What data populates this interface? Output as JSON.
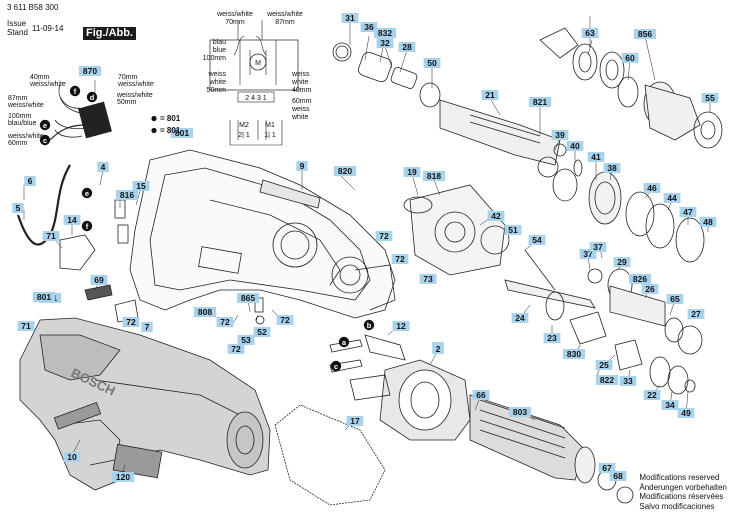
{
  "header": {
    "doc_number": "3 611 B58 300",
    "issue_label": "Issue",
    "stand_label": "Stand",
    "date": "11-09-14",
    "figure": "Fig./Abb. 1"
  },
  "footer": {
    "lines": [
      "Modifications reserved",
      "Änderungen vorbehalten",
      "Modifications réservées",
      "Salvo modificaciones"
    ]
  },
  "colors": {
    "callout": "#a9d3ec",
    "stroke": "#222222",
    "body_gray": "#c8c8c8"
  },
  "callouts": [
    {
      "id": "c31",
      "label": "31"
    },
    {
      "id": "c36",
      "label": "36"
    },
    {
      "id": "c832",
      "label": "832"
    },
    {
      "id": "c32",
      "label": "32"
    },
    {
      "id": "c28",
      "label": "28"
    },
    {
      "id": "c50",
      "label": "50"
    },
    {
      "id": "c21",
      "label": "21"
    },
    {
      "id": "c63",
      "label": "63"
    },
    {
      "id": "c856",
      "label": "856"
    },
    {
      "id": "c60",
      "label": "60"
    },
    {
      "id": "c55",
      "label": "55"
    },
    {
      "id": "c821",
      "label": "821"
    },
    {
      "id": "c39",
      "label": "39"
    },
    {
      "id": "c40",
      "label": "40"
    },
    {
      "id": "c41",
      "label": "41"
    },
    {
      "id": "c38",
      "label": "38"
    },
    {
      "id": "c46",
      "label": "46"
    },
    {
      "id": "c44",
      "label": "44"
    },
    {
      "id": "c47",
      "label": "47"
    },
    {
      "id": "c48",
      "label": "48"
    },
    {
      "id": "c870",
      "label": "870"
    },
    {
      "id": "c801a",
      "label": "801"
    },
    {
      "id": "c9",
      "label": "9"
    },
    {
      "id": "c820",
      "label": "820"
    },
    {
      "id": "c19",
      "label": "19"
    },
    {
      "id": "c818",
      "label": "818"
    },
    {
      "id": "c42",
      "label": "42"
    },
    {
      "id": "c54",
      "label": "54"
    },
    {
      "id": "c51",
      "label": "51"
    },
    {
      "id": "c6",
      "label": "6"
    },
    {
      "id": "c4",
      "label": "4"
    },
    {
      "id": "c816",
      "label": "816"
    },
    {
      "id": "c15",
      "label": "15"
    },
    {
      "id": "c5",
      "label": "5"
    },
    {
      "id": "c14",
      "label": "14"
    },
    {
      "id": "c71a",
      "label": "71"
    },
    {
      "id": "c69",
      "label": "69"
    },
    {
      "id": "c865",
      "label": "865"
    },
    {
      "id": "c801b",
      "label": "801"
    },
    {
      "id": "c72a",
      "label": "72"
    },
    {
      "id": "c72b",
      "label": "72"
    },
    {
      "id": "c73",
      "label": "73"
    },
    {
      "id": "c37a",
      "label": "37"
    },
    {
      "id": "c37b",
      "label": "37"
    },
    {
      "id": "c29",
      "label": "29"
    },
    {
      "id": "c826",
      "label": "826"
    },
    {
      "id": "c26",
      "label": "26"
    },
    {
      "id": "c65",
      "label": "65"
    },
    {
      "id": "c27",
      "label": "27"
    },
    {
      "id": "c71b",
      "label": "71"
    },
    {
      "id": "c72c",
      "label": "72"
    },
    {
      "id": "c7",
      "label": "7"
    },
    {
      "id": "c808",
      "label": "808"
    },
    {
      "id": "c72d",
      "label": "72"
    },
    {
      "id": "c52",
      "label": "52"
    },
    {
      "id": "c53",
      "label": "53"
    },
    {
      "id": "c72e",
      "label": "72"
    },
    {
      "id": "c72f",
      "label": "72"
    },
    {
      "id": "c12",
      "label": "12"
    },
    {
      "id": "c1",
      "label": "1"
    },
    {
      "id": "c2",
      "label": "2"
    },
    {
      "id": "c24",
      "label": "24"
    },
    {
      "id": "c23",
      "label": "23"
    },
    {
      "id": "c830",
      "label": "830"
    },
    {
      "id": "c25",
      "label": "25"
    },
    {
      "id": "c33",
      "label": "33"
    },
    {
      "id": "c822",
      "label": "822"
    },
    {
      "id": "c22",
      "label": "22"
    },
    {
      "id": "c34",
      "label": "34"
    },
    {
      "id": "c49",
      "label": "49"
    },
    {
      "id": "c66",
      "label": "66"
    },
    {
      "id": "c803",
      "label": "803"
    },
    {
      "id": "c17",
      "label": "17"
    },
    {
      "id": "c10",
      "label": "10"
    },
    {
      "id": "c67",
      "label": "67"
    },
    {
      "id": "c68",
      "label": "68"
    },
    {
      "id": "c120",
      "label": "120"
    },
    {
      "id": "c801c",
      "label": "801"
    }
  ],
  "letters": [
    {
      "id": "lf",
      "label": "f"
    },
    {
      "id": "ld",
      "label": "d"
    },
    {
      "id": "le",
      "label": "e"
    },
    {
      "id": "lc",
      "label": "c"
    },
    {
      "id": "le2",
      "label": "e"
    },
    {
      "id": "lf2",
      "label": "f"
    },
    {
      "id": "lb",
      "label": "b"
    },
    {
      "id": "la",
      "label": "a"
    },
    {
      "id": "lc2",
      "label": "c"
    }
  ],
  "wire_labels": [
    {
      "id": "w40",
      "text": "40mm"
    },
    {
      "id": "w40b",
      "text": "weiss/white"
    },
    {
      "id": "w87",
      "text": "87mm"
    },
    {
      "id": "w87b",
      "text": "weiss/white"
    },
    {
      "id": "w100",
      "text": "100mm"
    },
    {
      "id": "w100b",
      "text": "blau/blue"
    },
    {
      "id": "w60",
      "text": "weiss/white"
    },
    {
      "id": "w60b",
      "text": "60mm"
    },
    {
      "id": "w70",
      "text": "70mm"
    },
    {
      "id": "w70b",
      "text": "weiss/white"
    },
    {
      "id": "w50",
      "text": "weiss/white"
    },
    {
      "id": "w50b",
      "text": "50mm"
    }
  ],
  "schematic": {
    "top_left": [
      "weiss/white",
      "70mm"
    ],
    "top_right": [
      "weiss/white",
      "87mm"
    ],
    "left_a": [
      "blau",
      "blue",
      "100mm"
    ],
    "left_b": [
      "weiss",
      "white",
      "50mm"
    ],
    "right_a": [
      "weiss",
      "white",
      "40mm"
    ],
    "right_b": [
      "60mm",
      "weiss",
      "white"
    ],
    "terminals": "2 4 3 1",
    "center": "M",
    "m2": "M2",
    "m1": "M1",
    "m2_pins": "2| 1",
    "m1_pins": "1| 1"
  },
  "bullets": [
    {
      "id": "b801",
      "text": "= 801"
    },
    {
      "id": "b801b",
      "text": "= 801"
    }
  ],
  "brand": "BOSCH"
}
